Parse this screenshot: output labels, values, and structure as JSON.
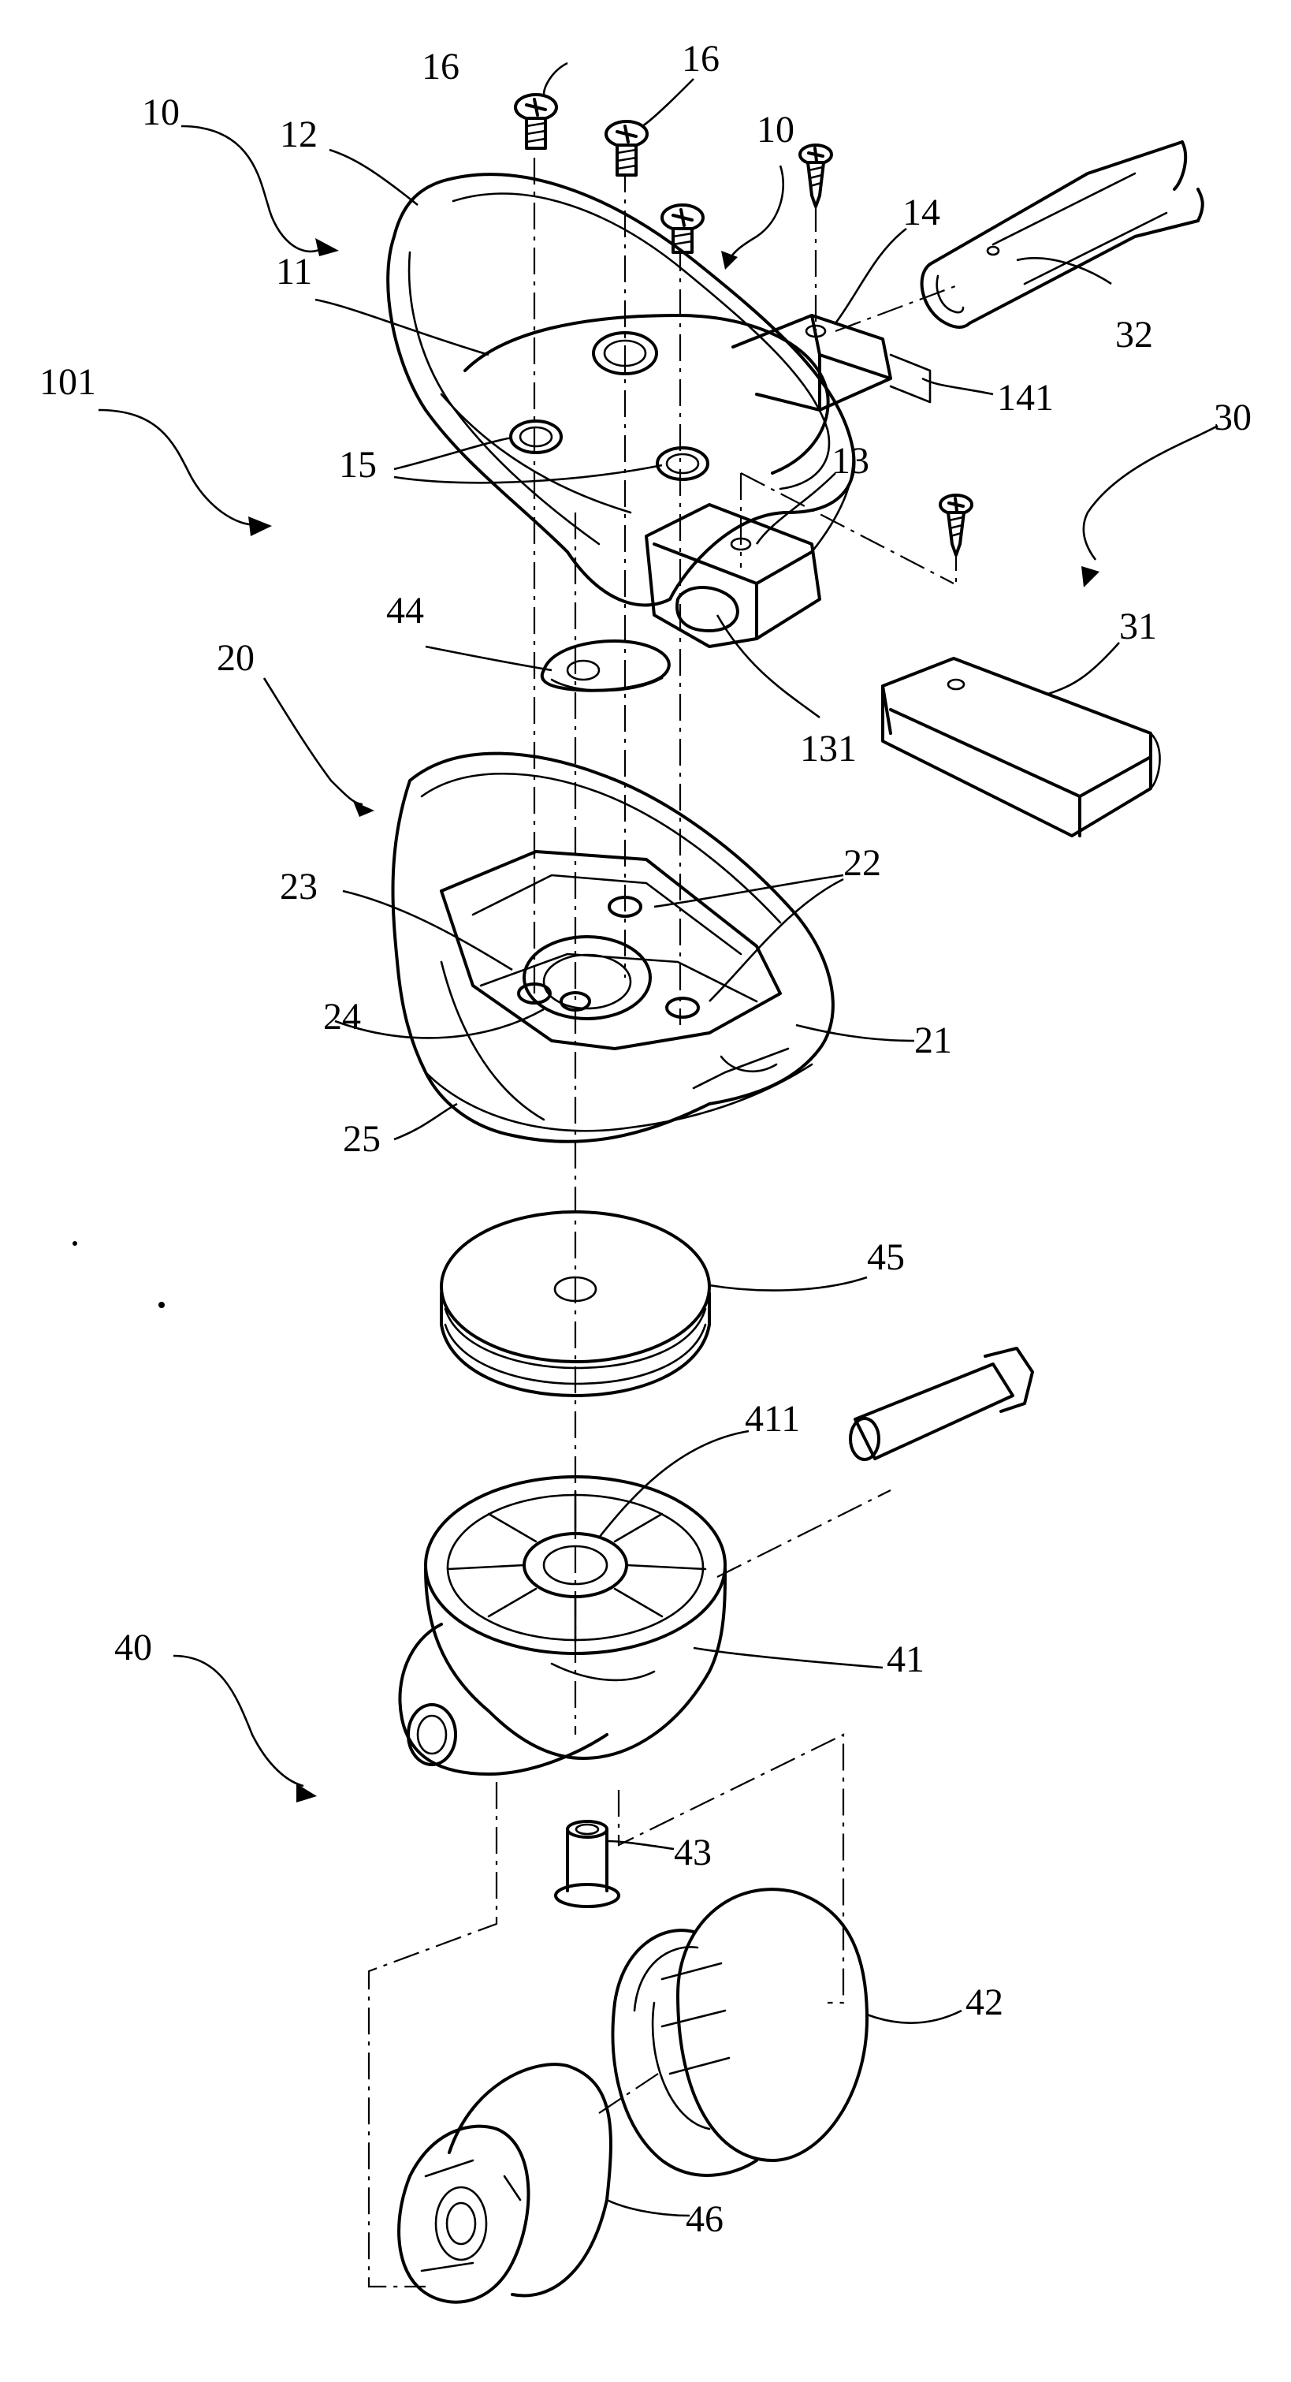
{
  "figure": {
    "labels": [
      {
        "id": "l10a",
        "text": "10"
      },
      {
        "id": "l12",
        "text": "12"
      },
      {
        "id": "l16a",
        "text": "16"
      },
      {
        "id": "l16b",
        "text": "16"
      },
      {
        "id": "l10b",
        "text": "10"
      },
      {
        "id": "l14",
        "text": "14"
      },
      {
        "id": "l32",
        "text": "32"
      },
      {
        "id": "l11",
        "text": "11"
      },
      {
        "id": "l141",
        "text": "141"
      },
      {
        "id": "l101",
        "text": "101"
      },
      {
        "id": "l30",
        "text": "30"
      },
      {
        "id": "l15",
        "text": "15"
      },
      {
        "id": "l13",
        "text": "13"
      },
      {
        "id": "l44",
        "text": "44"
      },
      {
        "id": "l31",
        "text": "31"
      },
      {
        "id": "l20",
        "text": "20"
      },
      {
        "id": "l131",
        "text": "131"
      },
      {
        "id": "l22",
        "text": "22"
      },
      {
        "id": "l23",
        "text": "23"
      },
      {
        "id": "l24",
        "text": "24"
      },
      {
        "id": "l21",
        "text": "21"
      },
      {
        "id": "l25",
        "text": "25"
      },
      {
        "id": "l45",
        "text": "45"
      },
      {
        "id": "l411",
        "text": "411"
      },
      {
        "id": "l40",
        "text": "40"
      },
      {
        "id": "l41",
        "text": "41"
      },
      {
        "id": "l43",
        "text": "43"
      },
      {
        "id": "l42",
        "text": "42"
      },
      {
        "id": "l46",
        "text": "46"
      }
    ]
  }
}
